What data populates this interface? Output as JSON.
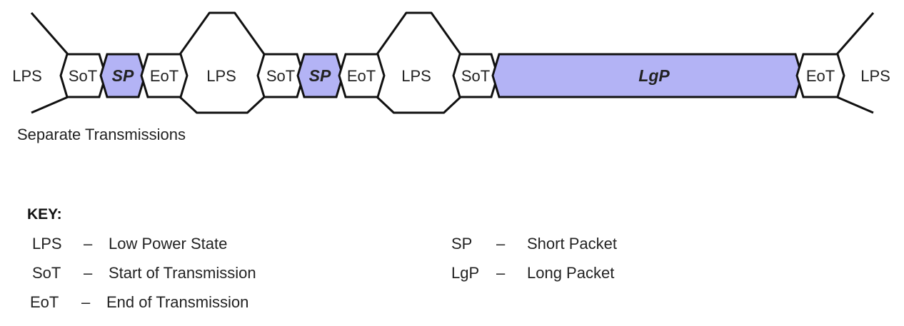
{
  "diagram": {
    "segments": [
      {
        "id": "lps-1",
        "type": "lps",
        "label": "LPS"
      },
      {
        "id": "sot-1",
        "type": "sot",
        "label": "SoT"
      },
      {
        "id": "sp-1",
        "type": "sp",
        "label": "SP"
      },
      {
        "id": "eot-1",
        "type": "eot",
        "label": "EoT"
      },
      {
        "id": "lps-2",
        "type": "lps",
        "label": "LPS"
      },
      {
        "id": "sot-2",
        "type": "sot",
        "label": "SoT"
      },
      {
        "id": "sp-2",
        "type": "sp",
        "label": "SP"
      },
      {
        "id": "eot-2",
        "type": "eot",
        "label": "EoT"
      },
      {
        "id": "lps-3",
        "type": "lps",
        "label": "LPS"
      },
      {
        "id": "sot-3",
        "type": "sot",
        "label": "SoT"
      },
      {
        "id": "lgp-1",
        "type": "lgp",
        "label": "LgP"
      },
      {
        "id": "eot-3",
        "type": "eot",
        "label": "EoT"
      },
      {
        "id": "lps-4",
        "type": "lps",
        "label": "LPS"
      }
    ],
    "packet_fill": "#b3b3f5",
    "line_color": "#111111"
  },
  "caption": "Separate Transmissions",
  "key": {
    "title": "KEY:",
    "left": [
      {
        "abbr": "LPS",
        "dash": "–",
        "desc": "Low Power State"
      },
      {
        "abbr": "SoT",
        "dash": "–",
        "desc": "Start of Transmission"
      },
      {
        "abbr": "EoT",
        "dash": "–",
        "desc": "End of Transmission"
      }
    ],
    "right": [
      {
        "abbr": "SP",
        "dash": "–",
        "desc": "Short Packet"
      },
      {
        "abbr": "LgP",
        "dash": "–",
        "desc": "Long Packet"
      }
    ]
  }
}
